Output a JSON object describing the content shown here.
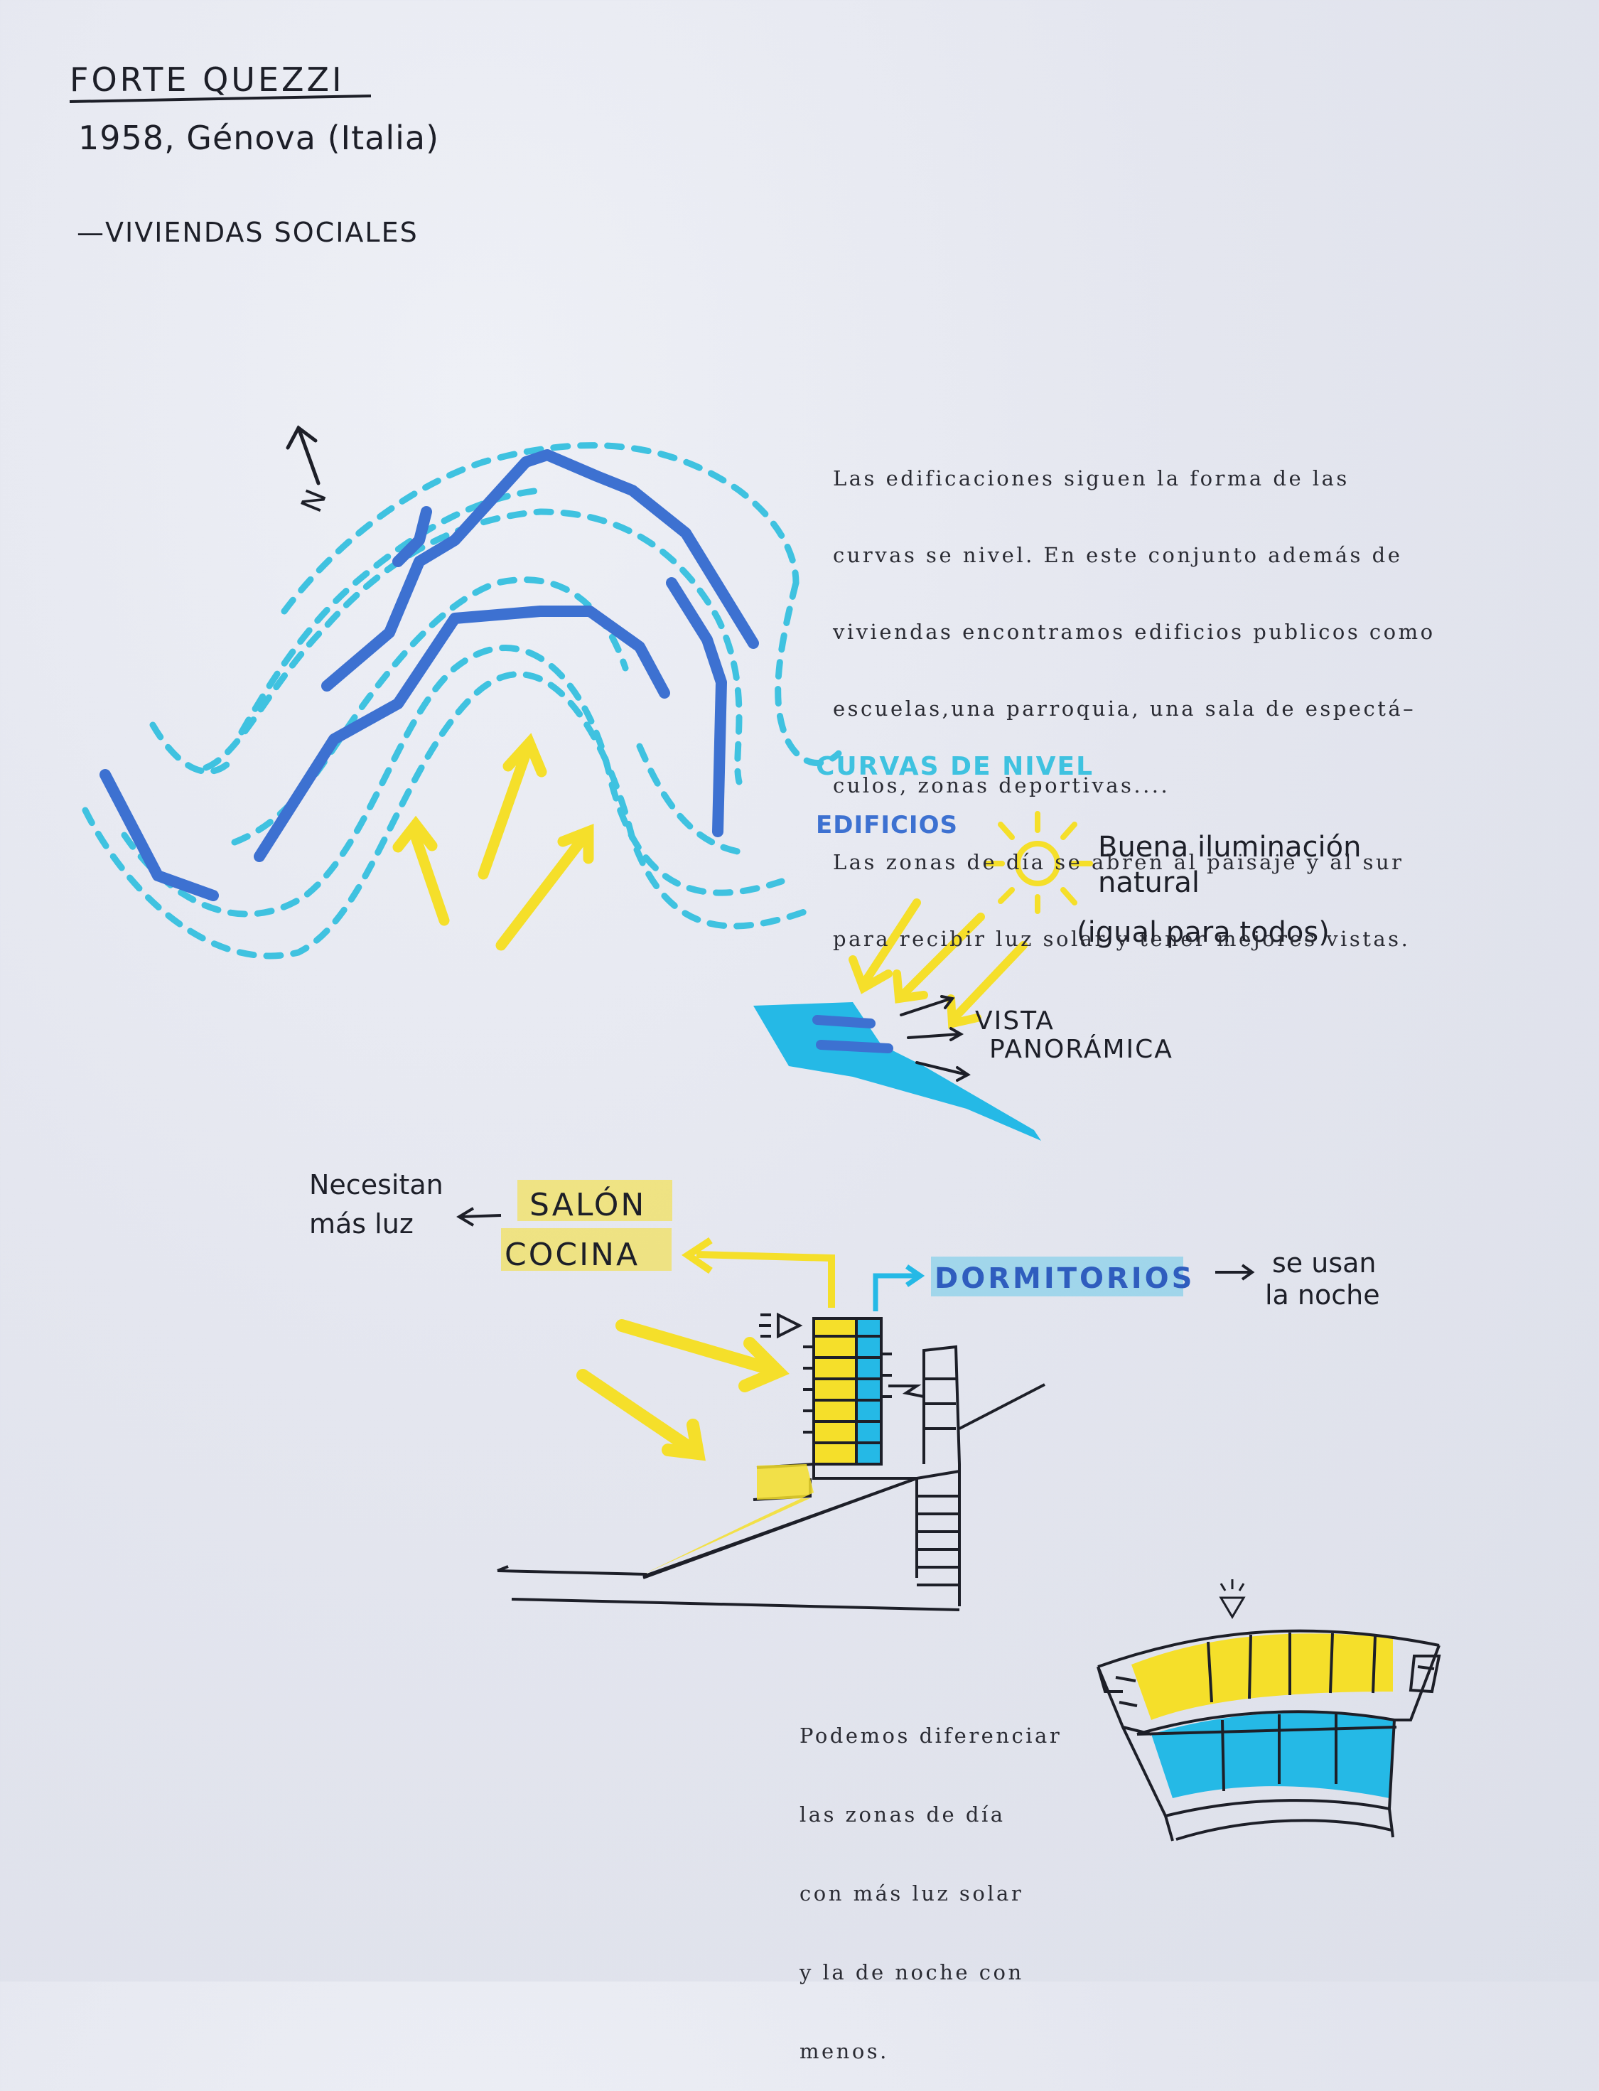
{
  "title": {
    "name": "FORTE QUEZZI",
    "date_place": "1958, Génova (Italia)",
    "subtitle": "—VIVIENDAS SOCIALES"
  },
  "compass": {
    "label": "N"
  },
  "description": {
    "lines": [
      "Las edificaciones siguen la forma de las",
      "curvas se nivel. En este conjunto además de",
      "viviendas encontramos edificios publicos como",
      "escuelas,una parroquia, una sala de espectá–",
      "culos, zonas deportivas....",
      "Las zonas de día se abren al paisaje y al sur",
      "para recibir luz solar y tener mejores vistas."
    ]
  },
  "legend": {
    "contours": "CURVAS DE NIVEL",
    "buildings": "EDIFICIOS"
  },
  "sun_note": {
    "line1": "Buena iluminación",
    "line2": "natural",
    "line3": "(igual para todos)"
  },
  "view_note": {
    "line1": "VISTA",
    "line2": "PANORÁMICA"
  },
  "section": {
    "need_line1": "Necesitan",
    "need_line2": "más luz",
    "day_line1": "SALÓN",
    "day_line2": "COCINA",
    "night": "DORMITORIOS",
    "night_note_line1": "se usan",
    "night_note_line2": "la noche"
  },
  "plan_note": {
    "lines": [
      "Podemos diferenciar",
      "las zonas de día",
      "con más luz solar",
      "y la de noche con",
      "menos."
    ]
  },
  "colors": {
    "yellow": "#f5df2a",
    "cyan": "#25b9e6",
    "blue": "#3d71d1",
    "contour": "#3fc2e0",
    "ink": "#1d1f28"
  }
}
